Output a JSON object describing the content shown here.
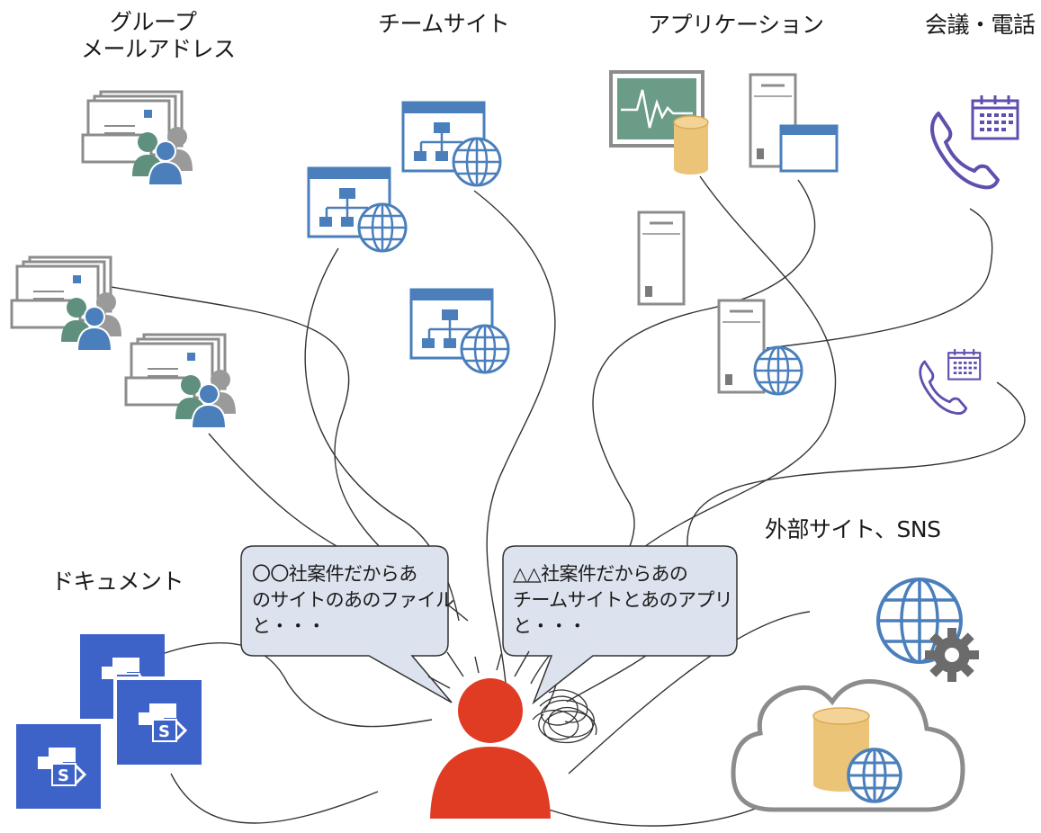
{
  "labels": {
    "group_line1": "グループ",
    "group_line2": "メールアドレス",
    "team_sites": "チームサイト",
    "applications": "アプリケーション",
    "meetings_phone": "会議・電話",
    "documents": "ドキュメント",
    "external_sites": "外部サイト、SNS"
  },
  "bubbles": {
    "left": {
      "line1": "〇〇社案件だからあ",
      "line2": "のサイトのあのファイル",
      "line3": "と・・・"
    },
    "right": {
      "line1": "△△社案件だからあの",
      "line2": "チームサイトとあのアプリ",
      "line3": "と・・・"
    }
  },
  "colors": {
    "person": "#e03c24",
    "blue": "#4a7fbc",
    "teal": "#5f8f7d",
    "gray": "#8c8c8c",
    "sharepoint": "#3d62c8",
    "phone": "#5f4fae",
    "db": "#ecc478",
    "bubble_fill": "#dde3ee"
  }
}
